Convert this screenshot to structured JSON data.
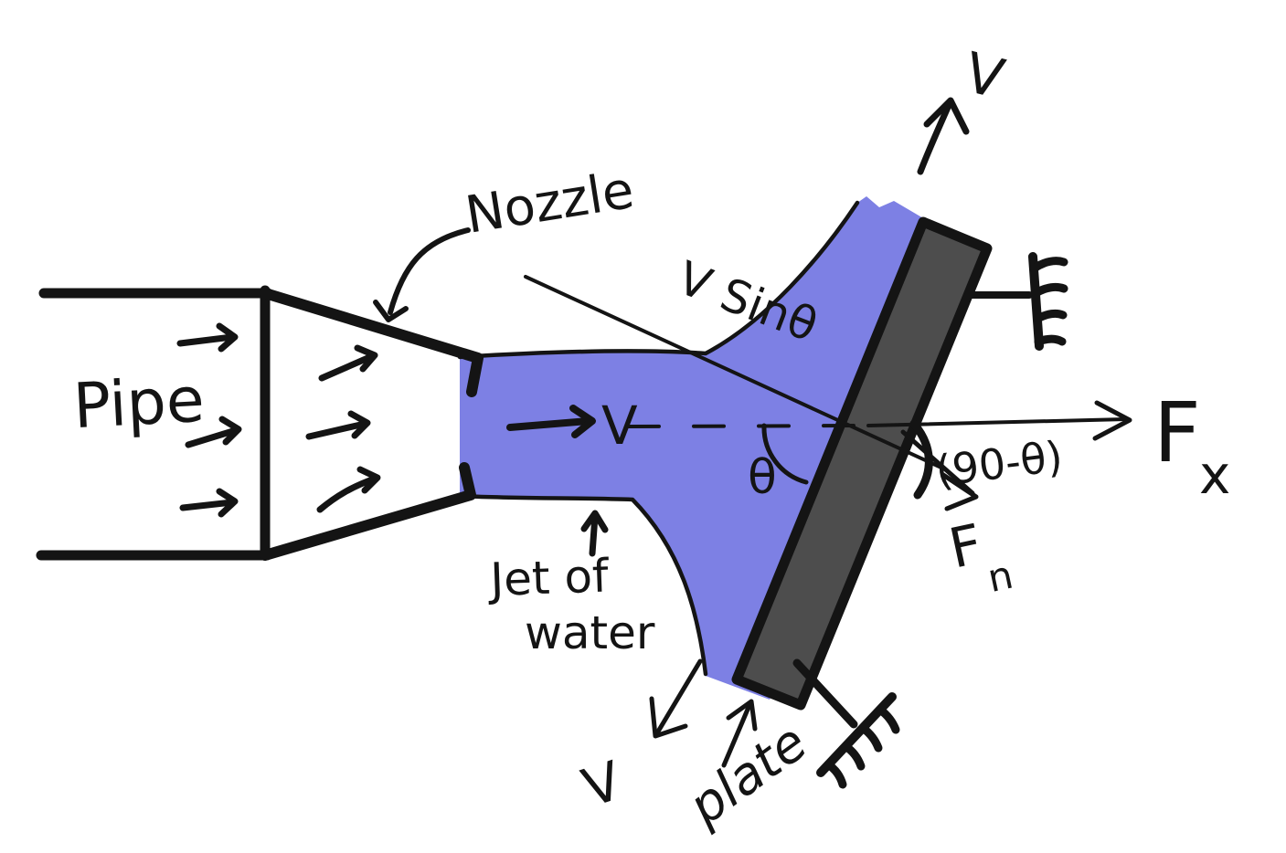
{
  "diagram": {
    "title": "Water jet impinging on an inclined flat plate",
    "colors": {
      "water": "#7d80e4",
      "plate": "#4d4d4d",
      "ink": "#141414"
    },
    "labels": {
      "pipe": "Pipe",
      "nozzle": "Nozzle",
      "v_sin_theta": "V Sinθ",
      "jet_velocity": "V",
      "jet_of": "Jet of",
      "water": "water",
      "theta": "θ",
      "angle_90_minus_theta": "(90-θ)",
      "fx_main": "F",
      "fx_sub": "x",
      "fn_main": "F",
      "fn_sub": "n",
      "v_deflected_up": "V",
      "v_deflected_down": "V",
      "plate": "plate"
    }
  }
}
